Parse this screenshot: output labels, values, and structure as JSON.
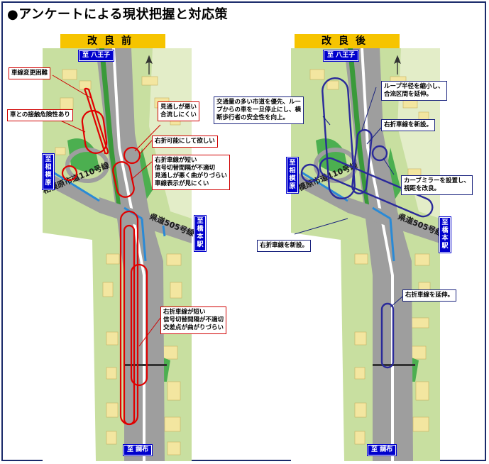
{
  "title": "●アンケートによる現状把握と対応策",
  "left_panel": {
    "header": "改良前",
    "dest_top": "至 八王子",
    "dest_bottom": "至 調布",
    "dest_left": "至相模原",
    "dest_right": "至橋本駅",
    "road_city": "相模原市道110号線",
    "road_pref": "県道505号線",
    "callouts": [
      {
        "lines": [
          "車線変更困難"
        ]
      },
      {
        "lines": [
          "車との接触危険性あり"
        ]
      },
      {
        "lines": [
          "見通しが悪い",
          "合流しにくい"
        ]
      },
      {
        "lines": [
          "右折可能にして欲しい"
        ]
      },
      {
        "lines": [
          "右折車線が短い",
          "信号切替間隔が不適切",
          "見通しが悪く曲がりづらい",
          "車線表示が見にくい"
        ]
      },
      {
        "lines": [
          "右折車線が短い",
          "信号切替間隔が不適切",
          "交差点が曲がりづらい"
        ]
      }
    ]
  },
  "right_panel": {
    "header": "改良後",
    "dest_top": "至 八王子",
    "dest_bottom": "至 調布",
    "dest_left": "至相模原",
    "dest_right": "至橋本駅",
    "road_city": "相模原市道110号線",
    "road_pref": "県道505号線",
    "callouts": [
      {
        "lines": [
          "交通量の多い市道を優先、ルー",
          "プからの車を一旦停止にし、横",
          "断歩行者の安全性を向上。"
        ]
      },
      {
        "lines": [
          "ループ半径を縮小し、",
          "合流区間を延伸。"
        ]
      },
      {
        "lines": [
          "右折車線を新設。"
        ]
      },
      {
        "lines": [
          "カーブミラーを設置し、",
          "視距を改良。"
        ]
      },
      {
        "lines": [
          "右折車線を新設。"
        ]
      },
      {
        "lines": [
          "右折車線を延伸。"
        ]
      }
    ]
  },
  "colors": {
    "problem": "#e00000",
    "solution": "#2a2a9a",
    "header": "#f6c400",
    "label_bg": "#0000cc"
  }
}
